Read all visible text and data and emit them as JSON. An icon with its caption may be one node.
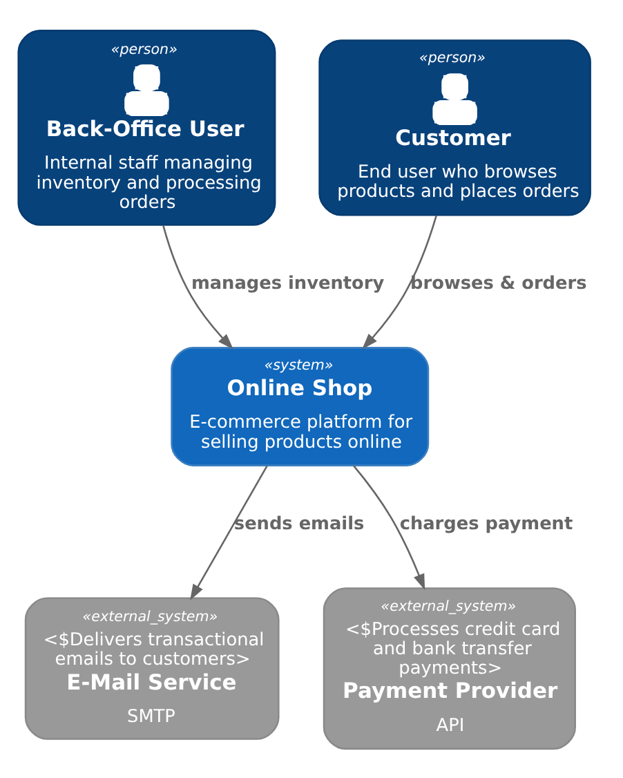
{
  "diagram": {
    "nodes": [
      {
        "text": [
          "«person»",
          "Back-Office User",
          "Internal staff managing inventory and processing orders"
        ]
      },
      {
        "text": [
          "«person»",
          "Customer",
          "End user who browses products and places orders"
        ]
      },
      {
        "text": [
          "«system»",
          "Online Shop",
          "E-commerce platform for selling products online"
        ]
      },
      {
        "text": [
          "«external_system»",
          "<$Delivers transactional emails to customers>",
          "E-Mail Service",
          "SMTP"
        ]
      },
      {
        "text": [
          "«external_system»",
          "<$Processes credit card and bank transfer payments>",
          "Payment Provider",
          "API"
        ]
      }
    ],
    "edges": [
      {
        "from": 0,
        "to": 2,
        "arrow": "to",
        "label": "manages inventory"
      },
      {
        "from": 1,
        "to": 2,
        "arrow": "to",
        "label": "browses & orders"
      },
      {
        "from": 2,
        "to": 3,
        "arrow": "to",
        "label": "sends emails"
      },
      {
        "from": 2,
        "to": 4,
        "arrow": "to",
        "label": "charges payment"
      }
    ]
  }
}
